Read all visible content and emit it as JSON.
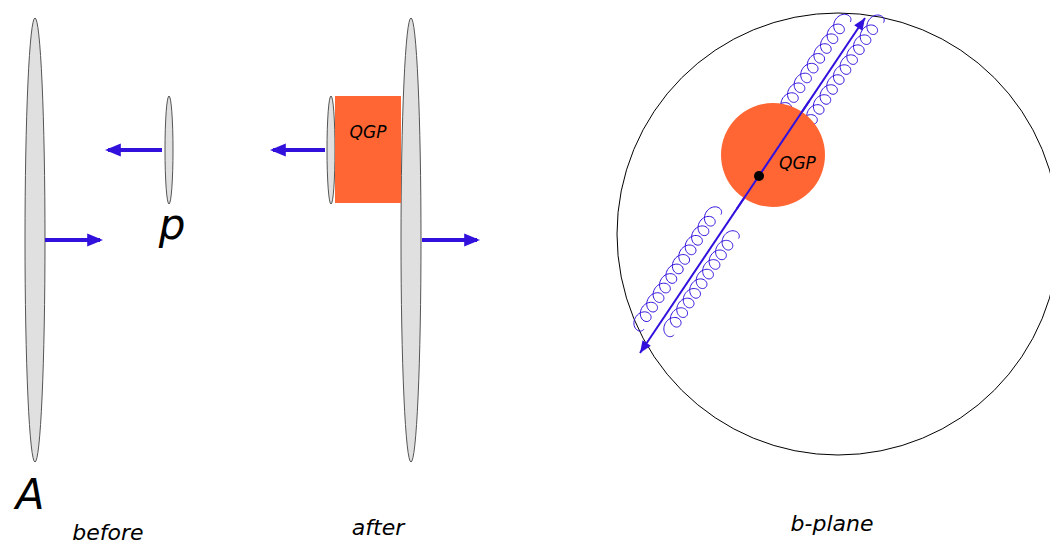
{
  "diagram": {
    "nodes": [
      {
        "text": [
          "QGP"
        ]
      },
      {
        "text": [
          "QGP"
        ]
      }
    ],
    "labels": [
      "p",
      "A",
      "before",
      "after",
      "b-plane"
    ]
  }
}
